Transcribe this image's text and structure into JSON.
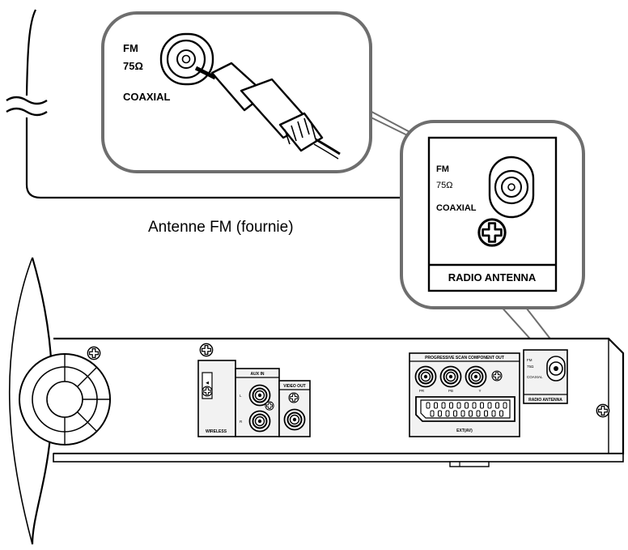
{
  "zoom_callout": {
    "line1": "FM",
    "line2": "75Ω",
    "line3": "COAXIAL"
  },
  "radio_panel": {
    "line1": "FM",
    "line2": "75Ω",
    "line3": "COAXIAL",
    "title": "RADIO ANTENNA"
  },
  "antenna_caption": "Antenne FM (fournie)",
  "rear_panel": {
    "component_title": "PROGRESSIVE SCAN COMPONENT OUT",
    "component_labels": [
      "PR",
      "PB",
      "Y"
    ],
    "scart_label": "EXT(AV)",
    "aux_title": "AUX IN",
    "aux_left": "L",
    "aux_right": "R",
    "video_title": "VIDEO OUT",
    "wireless_label": "WIRELESS",
    "small_radio": {
      "line1": "FM",
      "line2": "75Ω",
      "line3": "COAXIAL",
      "title": "RADIO ANTENNA"
    }
  },
  "colors": {
    "line": "#000000",
    "callout_border": "#6e6e6e",
    "callout_fill": "#ffffff",
    "panel_fill": "#f2f2f2"
  }
}
